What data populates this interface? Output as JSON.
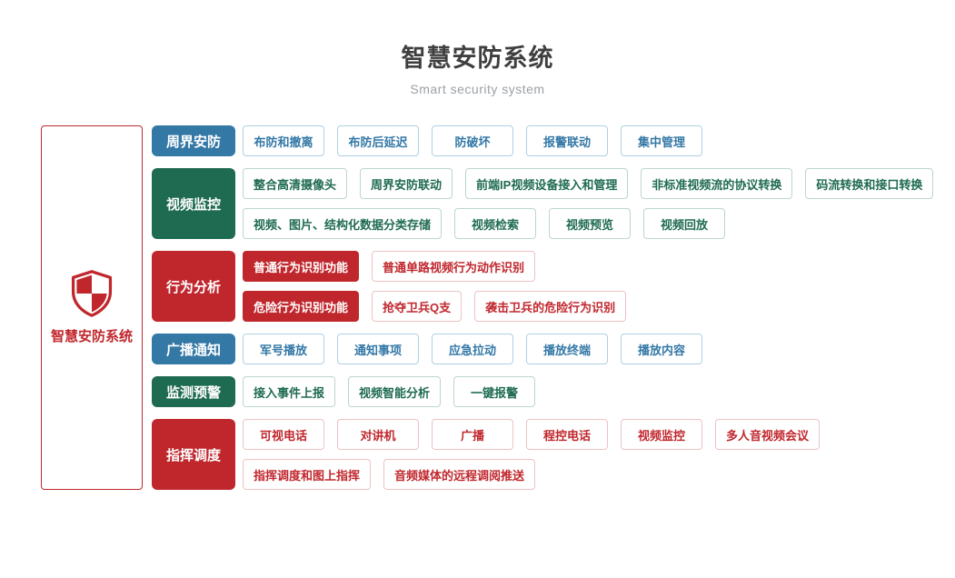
{
  "header": {
    "title": "智慧安防系统",
    "subtitle": "Smart security system"
  },
  "root": {
    "label": "智慧安防系统",
    "icon": "shield-icon"
  },
  "colors": {
    "blue": "#3478a6",
    "blue_border": "#aed0e4",
    "green": "#1f6b51",
    "green_border": "#bdd6ce",
    "red": "#c0272d",
    "red_border": "#eec2c4",
    "title_text": "#3f3f3f",
    "subtitle_text": "#9aa0a6",
    "chip_bg": "#ffffff"
  },
  "categories": [
    {
      "label": "周界安防",
      "theme": "blue",
      "rows": [
        [
          {
            "label": "布防和撤离"
          },
          {
            "label": "布防后延迟"
          },
          {
            "label": "防破坏"
          },
          {
            "label": "报警联动"
          },
          {
            "label": "集中管理"
          }
        ]
      ]
    },
    {
      "label": "视频监控",
      "theme": "green",
      "rows": [
        [
          {
            "label": "整合高清摄像头"
          },
          {
            "label": "周界安防联动"
          },
          {
            "label": "前端IP视频设备接入和管理"
          },
          {
            "label": "非标准视频流的协议转换"
          },
          {
            "label": "码流转换和接口转换"
          }
        ],
        [
          {
            "label": "视频、图片、结构化数据分类存储"
          },
          {
            "label": "视频检索"
          },
          {
            "label": "视频预览"
          },
          {
            "label": "视频回放"
          }
        ]
      ]
    },
    {
      "label": "行为分析",
      "theme": "red",
      "rows": [
        [
          {
            "label": "普通行为识别功能",
            "variant": "solid"
          },
          {
            "label": "普通单路视频行为动作识别"
          }
        ],
        [
          {
            "label": "危险行为识别功能",
            "variant": "solid"
          },
          {
            "label": "抢夺卫兵Q支"
          },
          {
            "label": "袭击卫兵的危险行为识别"
          }
        ]
      ]
    },
    {
      "label": "广播通知",
      "theme": "blue",
      "rows": [
        [
          {
            "label": "军号播放"
          },
          {
            "label": "通知事项"
          },
          {
            "label": "应急拉动"
          },
          {
            "label": "播放终端"
          },
          {
            "label": "播放内容"
          }
        ]
      ]
    },
    {
      "label": "监测预警",
      "theme": "green",
      "rows": [
        [
          {
            "label": "接入事件上报"
          },
          {
            "label": "视频智能分析"
          },
          {
            "label": "一键报警"
          }
        ]
      ]
    },
    {
      "label": "指挥调度",
      "theme": "red",
      "rows": [
        [
          {
            "label": "可视电话"
          },
          {
            "label": "对讲机"
          },
          {
            "label": "广播"
          },
          {
            "label": "程控电话"
          },
          {
            "label": "视频监控"
          },
          {
            "label": "多人音视频会议"
          }
        ],
        [
          {
            "label": "指挥调度和图上指挥"
          },
          {
            "label": "音频媒体的远程调阅推送"
          }
        ]
      ]
    }
  ]
}
